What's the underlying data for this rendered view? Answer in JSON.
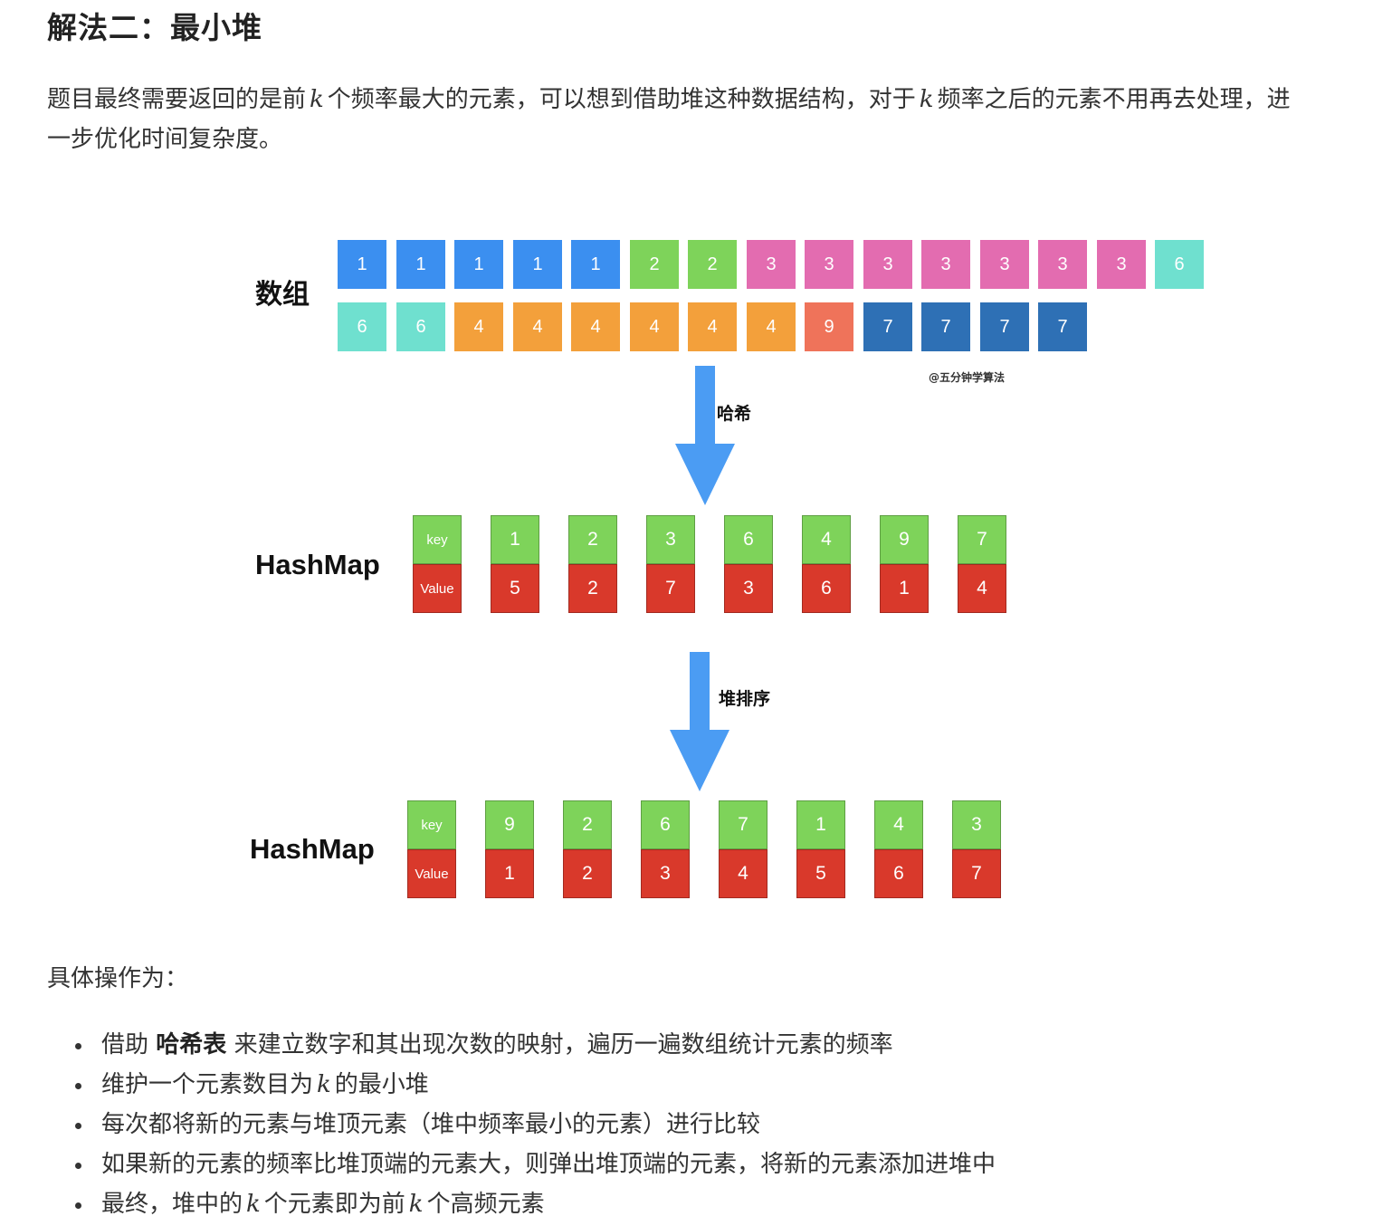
{
  "heading": "解法二：最小堆",
  "intro": {
    "l1a": "题目最终需要返回的是前",
    "k": "k",
    "l1b": "个频率最大的元素，可以想到借助堆这种数据结构，对于",
    "l1c": "频率之后的元素不用再去处理，进",
    "l2": "一步优化时间复杂度。"
  },
  "diagram": {
    "array_label": "数组",
    "array_row1": [
      "1",
      "1",
      "1",
      "1",
      "1",
      "2",
      "2",
      "3",
      "3",
      "3",
      "3",
      "3",
      "3",
      "3",
      "6"
    ],
    "array_row2": [
      "6",
      "6",
      "4",
      "4",
      "4",
      "4",
      "4",
      "4",
      "9",
      "7",
      "7",
      "7",
      "7"
    ],
    "watermark": "@五分钟学算法",
    "arrow1_label": "哈希",
    "hashmap1_label": "HashMap",
    "hashmap1_header": {
      "key": "key",
      "value": "Value"
    },
    "hashmap1_keys": [
      "1",
      "2",
      "3",
      "6",
      "4",
      "9",
      "7"
    ],
    "hashmap1_values": [
      "5",
      "2",
      "7",
      "3",
      "6",
      "1",
      "4"
    ],
    "arrow2_label": "堆排序",
    "hashmap2_label": "HashMap",
    "hashmap2_header": {
      "key": "key",
      "value": "Value"
    },
    "hashmap2_keys": [
      "9",
      "2",
      "6",
      "7",
      "1",
      "4",
      "3"
    ],
    "hashmap2_values": [
      "1",
      "2",
      "3",
      "4",
      "5",
      "6",
      "7"
    ],
    "colors": {
      "1": "#3b8ff0",
      "2": "#7ed35a",
      "3": "#e36cb0",
      "6": "#6fe0cf",
      "4": "#f3a03b",
      "9": "#ef735a",
      "7": "#2e70b5",
      "key": "#7ed35a",
      "value": "#d9392b",
      "arrow": "#4b9cf3"
    }
  },
  "ops": {
    "title": "具体操作为：",
    "item1_a": "借助",
    "item1_b": "哈希表",
    "item1_c": "来建立数字和其出现次数的映射，遍历一遍数组统计元素的频率",
    "item2_a": "维护一个元素数目为",
    "item2_k": "k",
    "item2_b": "的最小堆",
    "item3": "每次都将新的元素与堆顶元素（堆中频率最小的元素）进行比较",
    "item4": "如果新的元素的频率比堆顶端的元素大，则弹出堆顶端的元素，将新的元素添加进堆中",
    "item5_a": "最终，堆中的",
    "item5_k1": "k",
    "item5_b": "个元素即为前",
    "item5_k2": "k",
    "item5_c": "个高频元素"
  }
}
